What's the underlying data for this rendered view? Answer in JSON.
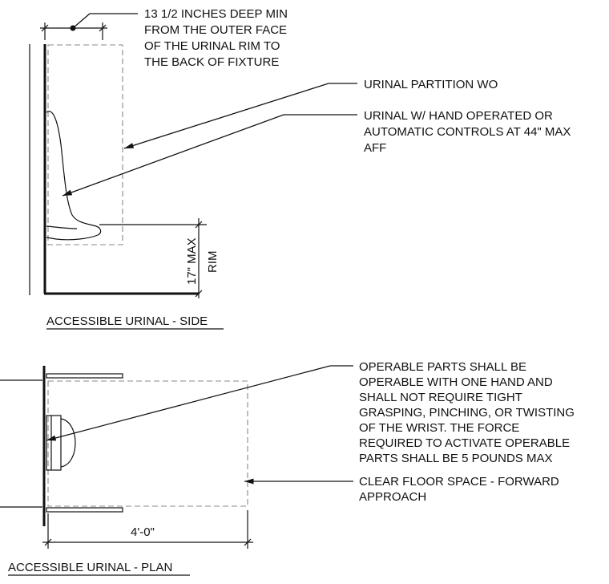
{
  "side_view": {
    "title": "ACCESSIBLE URINAL - SIDE",
    "depth_note": [
      "13 1/2 INCHES DEEP MIN",
      "FROM THE OUTER FACE",
      "OF THE URINAL RIM TO",
      "THE BACK OF FIXTURE"
    ],
    "partition_label": "URINAL PARTITION WO",
    "urinal_note": [
      "URINAL W/ HAND OPERATED OR",
      "AUTOMATIC CONTROLS AT 44\" MAX",
      "AFF"
    ],
    "rim_dim": [
      "17\" MAX",
      "RIM"
    ]
  },
  "plan_view": {
    "title": "ACCESSIBLE URINAL - PLAN",
    "operable_note": [
      "OPERABLE PARTS SHALL BE",
      "OPERABLE WITH ONE HAND AND",
      "SHALL NOT REQUIRE TIGHT",
      "GRASPING, PINCHING, OR TWISTING",
      "OF THE WRIST. THE FORCE",
      "REQUIRED TO ACTIVATE OPERABLE",
      "PARTS SHALL BE 5 POUNDS MAX"
    ],
    "clear_floor_note": [
      "CLEAR FLOOR SPACE - FORWARD",
      "APPROACH"
    ],
    "width_dim": "4'-0\""
  }
}
